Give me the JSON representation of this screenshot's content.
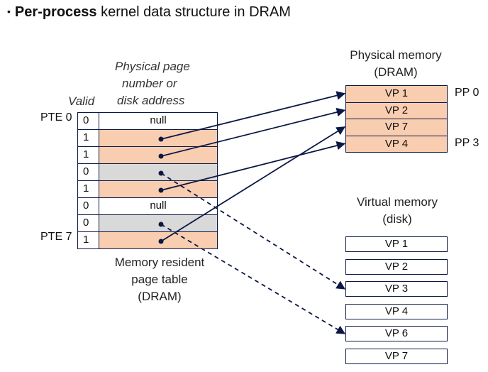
{
  "title": {
    "bold": "Per-process",
    "rest": " kernel data structure in DRAM"
  },
  "page_table": {
    "header_valid": "Valid",
    "header_address": [
      "Physical page",
      "number or",
      "disk address"
    ],
    "caption": [
      "Memory resident",
      "page table",
      "(DRAM)"
    ],
    "pte_first_label": "PTE 0",
    "pte_last_label": "PTE 7",
    "rows": [
      {
        "valid": "0",
        "address": "null",
        "state": "unallocated"
      },
      {
        "valid": "1",
        "address": "",
        "state": "cached",
        "points_to_phys": 0
      },
      {
        "valid": "1",
        "address": "",
        "state": "cached",
        "points_to_phys": 1
      },
      {
        "valid": "0",
        "address": "",
        "state": "on-disk",
        "points_to_disk": 2
      },
      {
        "valid": "1",
        "address": "",
        "state": "cached",
        "points_to_phys": 3
      },
      {
        "valid": "0",
        "address": "null",
        "state": "unallocated"
      },
      {
        "valid": "0",
        "address": "",
        "state": "on-disk",
        "points_to_disk": 4
      },
      {
        "valid": "1",
        "address": "",
        "state": "cached",
        "points_to_phys": 2
      }
    ]
  },
  "physical_memory": {
    "title": [
      "Physical memory",
      "(DRAM)"
    ],
    "pages": [
      "VP 1",
      "VP 2",
      "VP 7",
      "VP 4"
    ],
    "pp_labels": [
      {
        "row": 0,
        "text": "PP 0"
      },
      {
        "row": 3,
        "text": "PP 3"
      }
    ]
  },
  "virtual_memory": {
    "title": [
      "Virtual memory",
      "(disk)"
    ],
    "pages": [
      "VP 1",
      "VP 2",
      "VP 3",
      "VP 4",
      "VP 6",
      "VP 7"
    ]
  },
  "colors": {
    "cached_fill": "#f9cdb0",
    "disk_fill": "#d9d9d9",
    "empty_fill": "#ffffff",
    "line": "#0c1744"
  }
}
